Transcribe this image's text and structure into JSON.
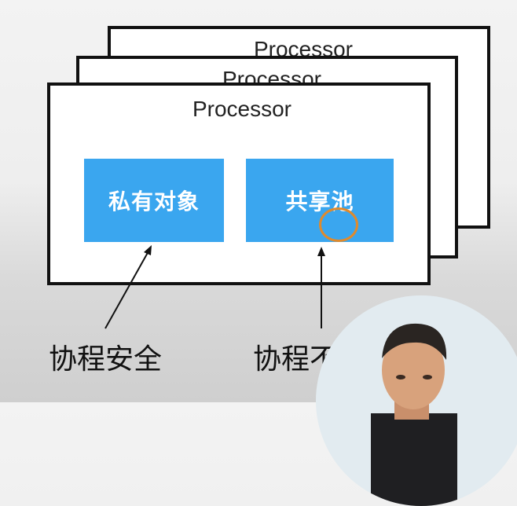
{
  "diagram": {
    "processor_title": "Processor",
    "private_block": "私有对象",
    "shared_block": "共享池",
    "left_caption": "协程安全",
    "right_caption": "协程不"
  },
  "colors": {
    "block_fill": "#3aa6ef",
    "box_border": "#111111",
    "cursor_ring": "#e08a2c"
  }
}
